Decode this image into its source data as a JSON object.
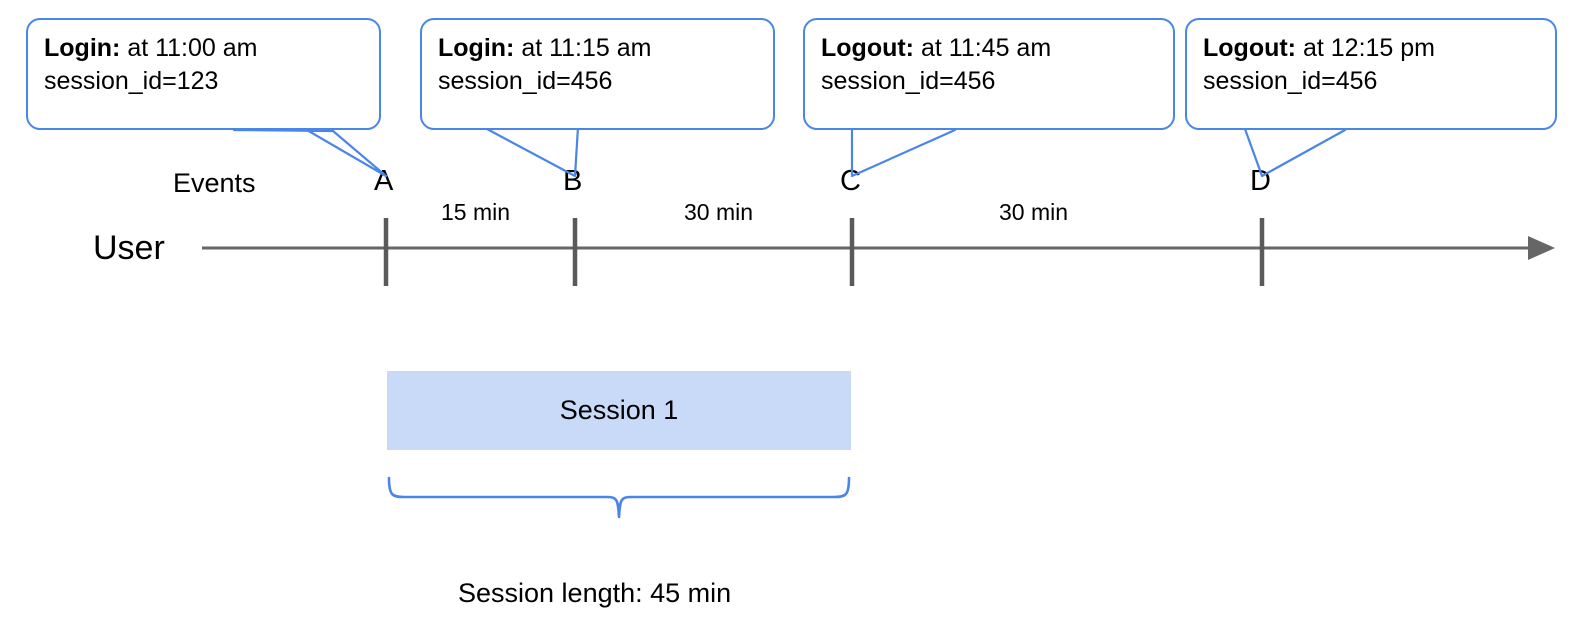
{
  "diagram": {
    "row_labels": {
      "events": "Events",
      "user": "User"
    },
    "caption": "Session length: 45 min",
    "colors": {
      "callout_border": "#4a86e8",
      "callout_fill": "#ffffff",
      "axis": "#666666",
      "tick": "#595959",
      "session_fill": "#c9daf8",
      "brace": "#4a86e8",
      "text": "#000000"
    }
  },
  "callouts": [
    {
      "id": "callout-a",
      "event": "Login:",
      "time_text": "at 11:00 am",
      "session_id_text": "session_id=123",
      "points_to": "A"
    },
    {
      "id": "callout-b",
      "event": "Login:",
      "time_text": "at 11:15 am",
      "session_id_text": "session_id=456",
      "points_to": "B"
    },
    {
      "id": "callout-c",
      "event": "Logout:",
      "time_text": "at 11:45 am",
      "session_id_text": "session_id=456",
      "points_to": "C"
    },
    {
      "id": "callout-d",
      "event": "Logout:",
      "time_text": "at 12:15 pm",
      "session_id_text": "session_id=456",
      "points_to": "D"
    }
  ],
  "events": [
    {
      "label": "A",
      "time": "11:00 am",
      "type": "Login",
      "session_id": "123"
    },
    {
      "label": "B",
      "time": "11:15 am",
      "type": "Login",
      "session_id": "456"
    },
    {
      "label": "C",
      "time": "11:45 am",
      "type": "Logout",
      "session_id": "456"
    },
    {
      "label": "D",
      "time": "12:15 pm",
      "type": "Logout",
      "session_id": "456"
    }
  ],
  "intervals": [
    {
      "from": "A",
      "to": "B",
      "label": "15 min"
    },
    {
      "from": "B",
      "to": "C",
      "label": "30 min"
    },
    {
      "from": "C",
      "to": "D",
      "label": "30 min"
    }
  ],
  "session": {
    "bar_label": "Session 1",
    "from_event": "A",
    "to_event": "C",
    "length_label": "Session length: 45 min"
  }
}
